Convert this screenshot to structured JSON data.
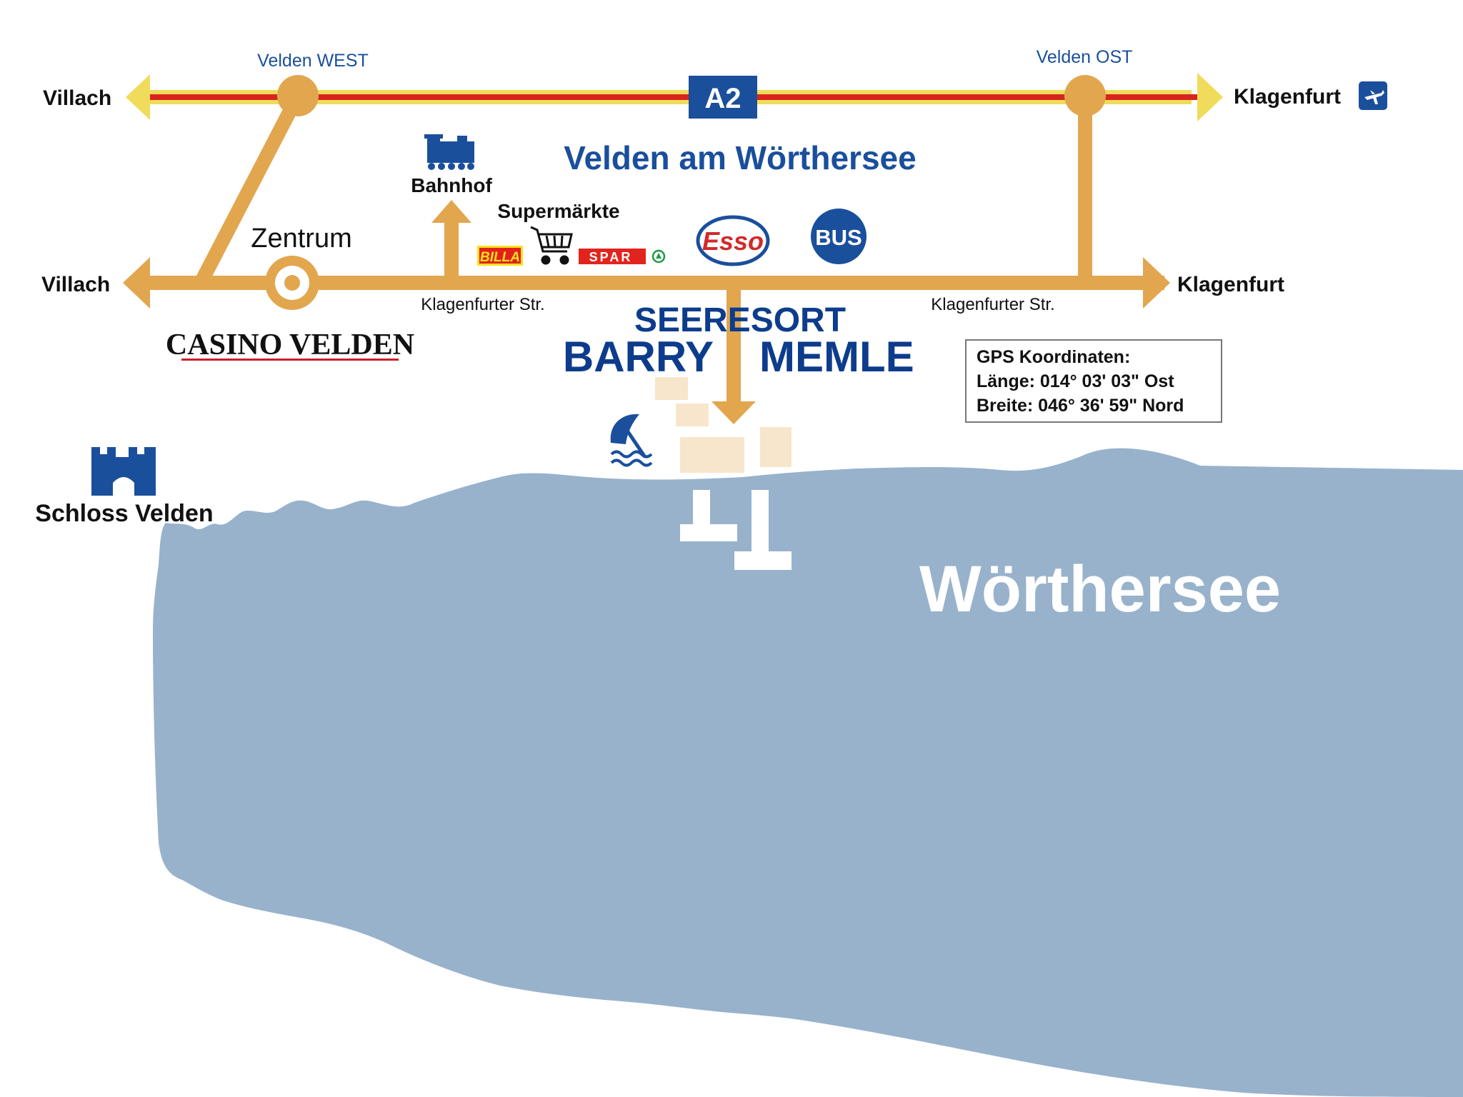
{
  "colors": {
    "lake": "#98b2cc",
    "road": "#e2a64f",
    "motorway_outer": "#f0dc5a",
    "motorway_inner": "#d9241e",
    "brand_blue": "#1a4f9c",
    "navy": "#0d3c8c",
    "building": "#f8e6cc",
    "billa_red": "#e3211c",
    "billa_yellow": "#f7e21a",
    "spar_red": "#e2241f",
    "spar_green": "#1f9a46",
    "esso_red": "#d22a2a",
    "casino_red": "#c8202a"
  },
  "motorway": {
    "name": "A2",
    "west_exit": "Velden WEST",
    "east_exit": "Velden OST",
    "west_dest": "Villach",
    "east_dest": "Klagenfurt"
  },
  "town": {
    "name": "Velden am Wörthersee"
  },
  "local_road": {
    "west_dest": "Villach",
    "east_dest": "Klagenfurt",
    "street_left": "Klagenfurter Str.",
    "street_right": "Klagenfurter Str."
  },
  "pois": {
    "bahnhof": "Bahnhof",
    "supermarkets": "Supermärkte",
    "billa": "BILLA",
    "spar": "SPAR",
    "esso": "Esso",
    "bus": "BUS",
    "zentrum": "Zentrum",
    "casino": "CASINO VELDEN",
    "schloss": "Schloss Velden"
  },
  "icons": [
    "airport-icon",
    "train-icon",
    "shopping-cart-icon",
    "castle-icon",
    "beach-umbrella-icon",
    "center-marker-icon"
  ],
  "resort": {
    "line1": "SEERESORT",
    "word_left": "BARRY",
    "word_right": "MEMLE"
  },
  "gps": {
    "title": "GPS Koordinaten:",
    "lon": "Länge: 014° 03' 03\" Ost",
    "lat": "Breite: 046° 36' 59\" Nord"
  },
  "lake": {
    "name": "Wörthersee"
  }
}
